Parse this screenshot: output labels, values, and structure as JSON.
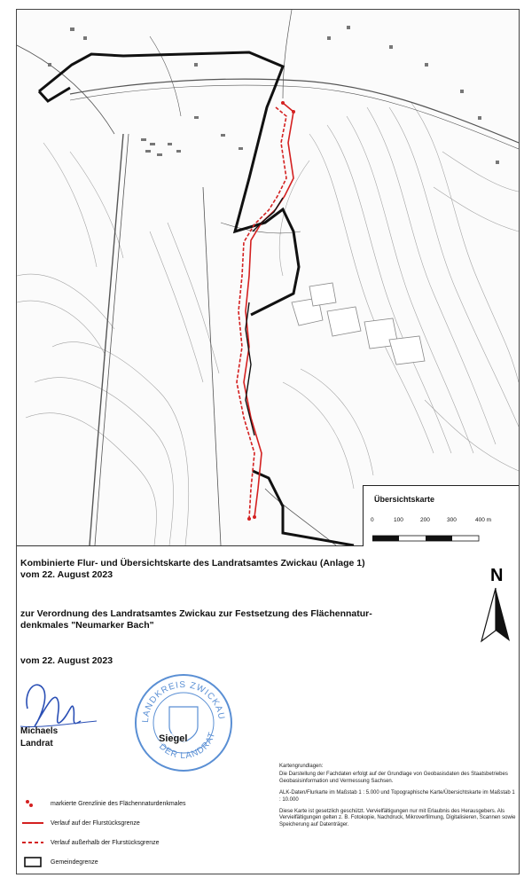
{
  "overview": {
    "title": "Übersichtskarte",
    "scale_labels": [
      "0",
      "100",
      "200",
      "300",
      "400 m"
    ]
  },
  "north_label": "N",
  "title": {
    "line1": "Kombinierte Flur- und Übersichtskarte des Landratsamtes Zwickau (Anlage 1)",
    "line1b": "vom 22. August 2023",
    "line2": "zur Verordnung des Landratsamtes Zwickau zur Festsetzung des Flächennatur-",
    "line2b": "denkmales \"Neumarker Bach\"",
    "line3": "vom 22. August 2023"
  },
  "signer": {
    "name": "Michaels",
    "role": "Landrat"
  },
  "seal": {
    "top_text": "LANDKREIS ZWICKAU",
    "bottom_text": "DER LANDRAT",
    "label": "Siegel"
  },
  "legend": [
    {
      "label": "markierte Grenzlinie des Flächennaturdenkmales",
      "symbol": "marker"
    },
    {
      "label": "Verlauf auf der Flurstücksgrenze",
      "symbol": "red-solid"
    },
    {
      "label": "Verlauf außerhalb der Flurstücksgrenze",
      "symbol": "red-dashed"
    },
    {
      "label": "Gemeindegrenze",
      "symbol": "black-box"
    }
  ],
  "notes": {
    "heading": "Kartengrundlagen:",
    "p1": "Die Darstellung der Fachdaten erfolgt auf der Grundlage von Geobasisdaten des Staatsbetriebes Geobasisinformation und Vermessung Sachsen.",
    "p2": "ALK-Daten/Flurkarte im Maßstab 1 : 5.000 und Topographische Karte/Übersichtskarte im Maßstab 1 : 10.000",
    "p3": "Diese Karte ist gesetzlich geschützt. Vervielfältigungen nur mit Erlaubnis des Herausgebers. Als Vervielfältigungen gelten z. B. Fotokopie, Nachdruck, Mikroverfilmung, Digitalisieren, Scannen sowie Speicherung auf Datenträger."
  },
  "colors": {
    "boundary_red": "#d42020",
    "municipal_black": "#111111",
    "contour_grey": "#9a9a9a"
  }
}
